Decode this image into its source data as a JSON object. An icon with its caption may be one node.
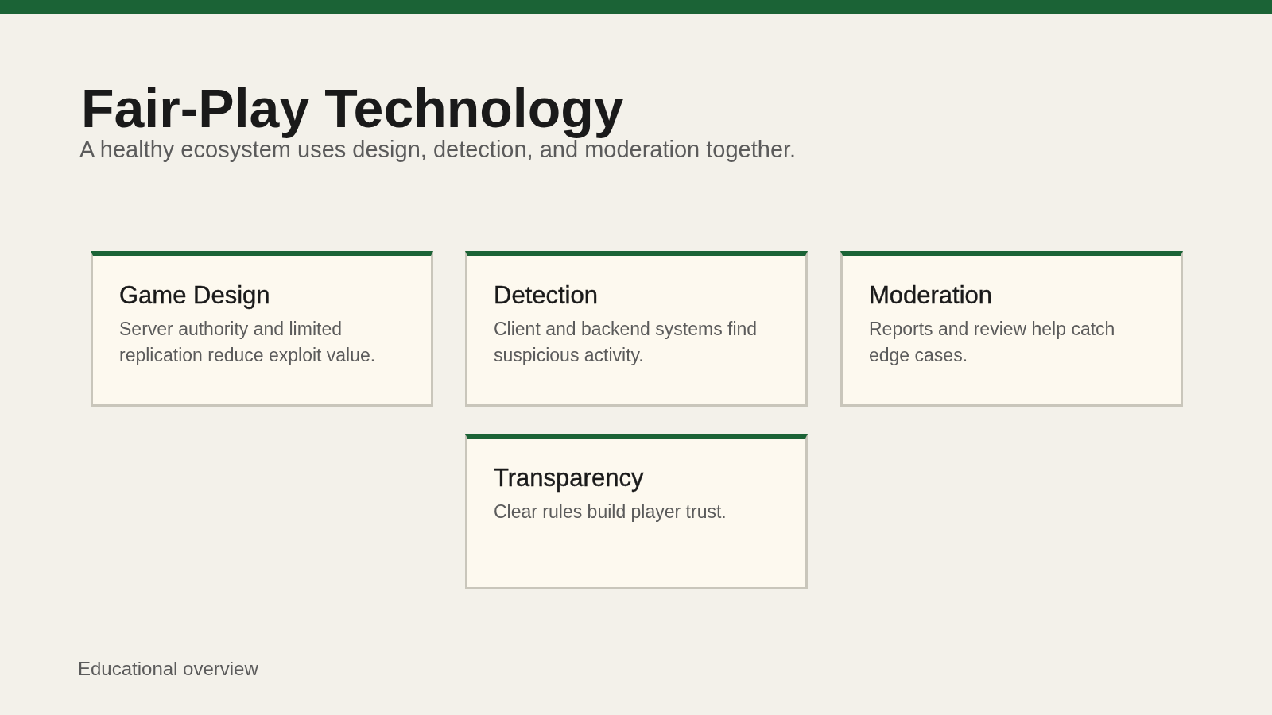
{
  "diagram": {
    "title": "Fair-Play Technology",
    "nodes": [
      {
        "text": [
          "Game Design",
          "Server authority and limited replication reduce exploit value."
        ]
      },
      {
        "text": [
          "Detection",
          "Client and backend systems find suspicious activity."
        ]
      },
      {
        "text": [
          "Moderation",
          "Reports and review help catch edge cases."
        ]
      },
      {
        "text": [
          "Transparency",
          "Clear rules build player trust."
        ]
      }
    ],
    "edges": [],
    "labels": [
      "A healthy ecosystem uses design, detection, and moderation together.",
      "Educational overview"
    ]
  }
}
